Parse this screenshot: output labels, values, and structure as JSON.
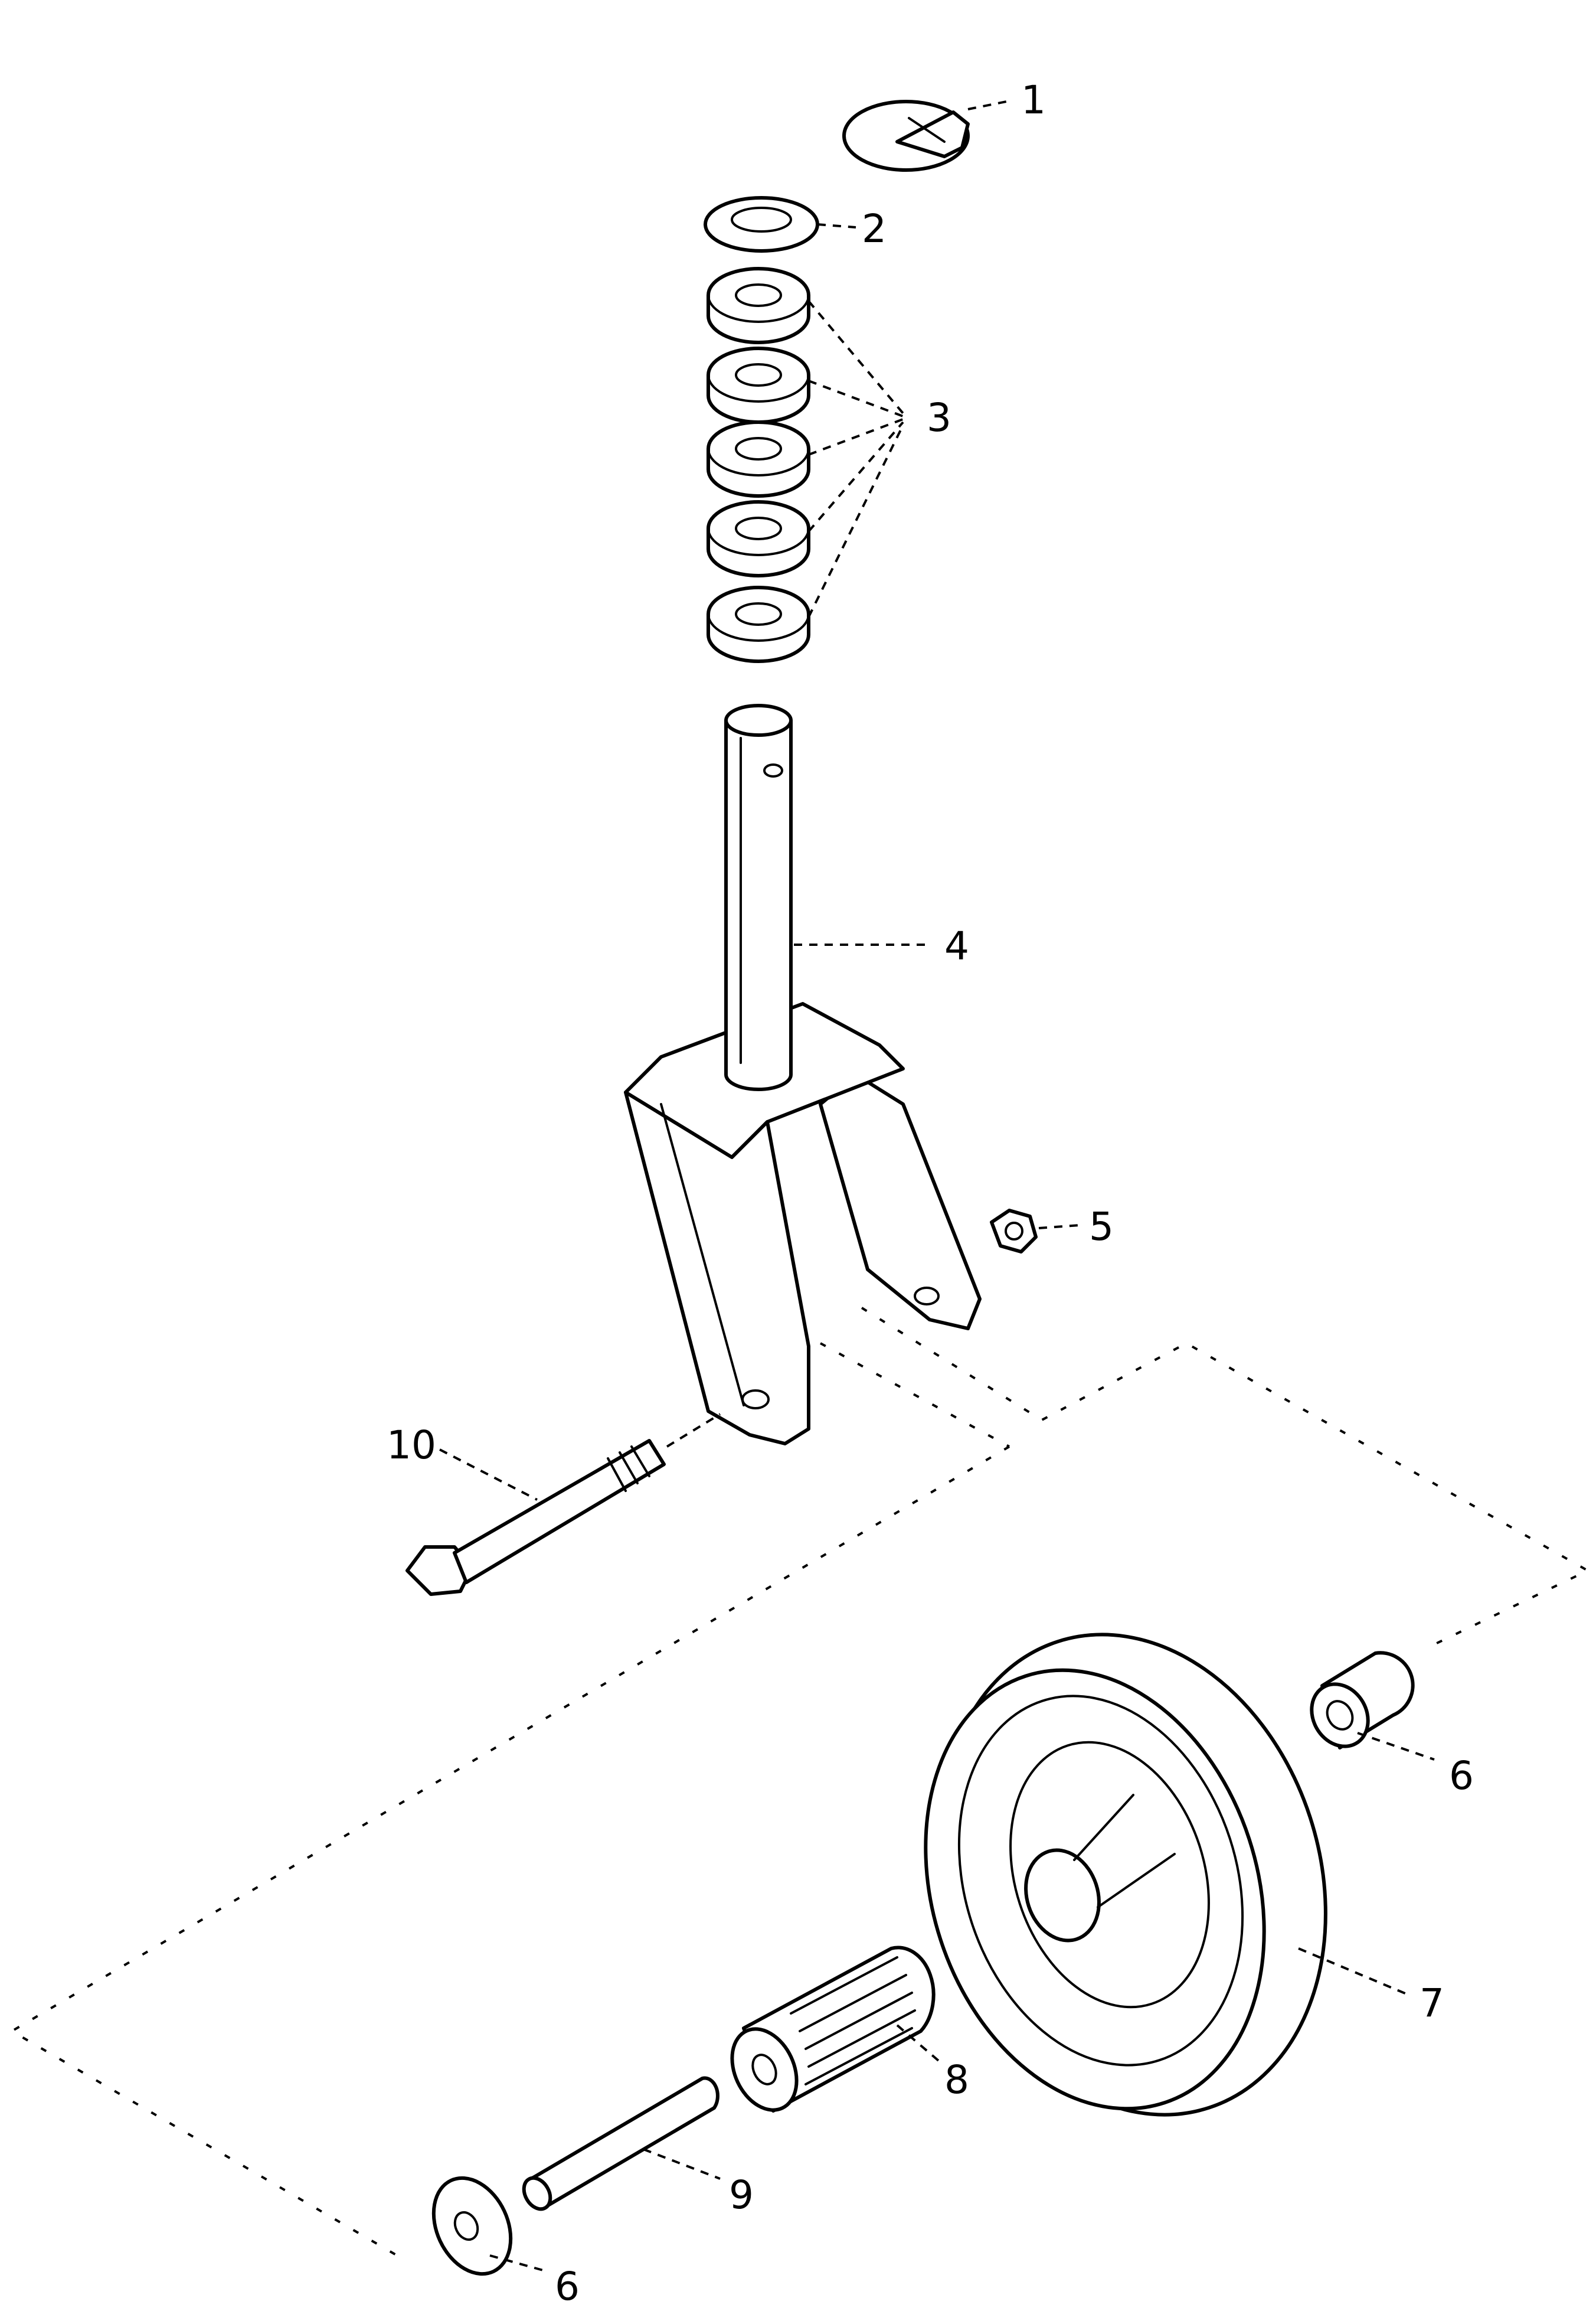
{
  "diagram": {
    "callouts": [
      {
        "id": "1",
        "text": "1"
      },
      {
        "id": "2",
        "text": "2"
      },
      {
        "id": "3",
        "text": "3"
      },
      {
        "id": "4",
        "text": "4"
      },
      {
        "id": "5",
        "text": "5"
      },
      {
        "id": "6a",
        "text": "6"
      },
      {
        "id": "6b",
        "text": "6"
      },
      {
        "id": "7",
        "text": "7"
      },
      {
        "id": "8",
        "text": "8"
      },
      {
        "id": "9",
        "text": "9"
      },
      {
        "id": "10",
        "text": "10"
      }
    ],
    "line_color": "#000000",
    "background": "#ffffff"
  }
}
